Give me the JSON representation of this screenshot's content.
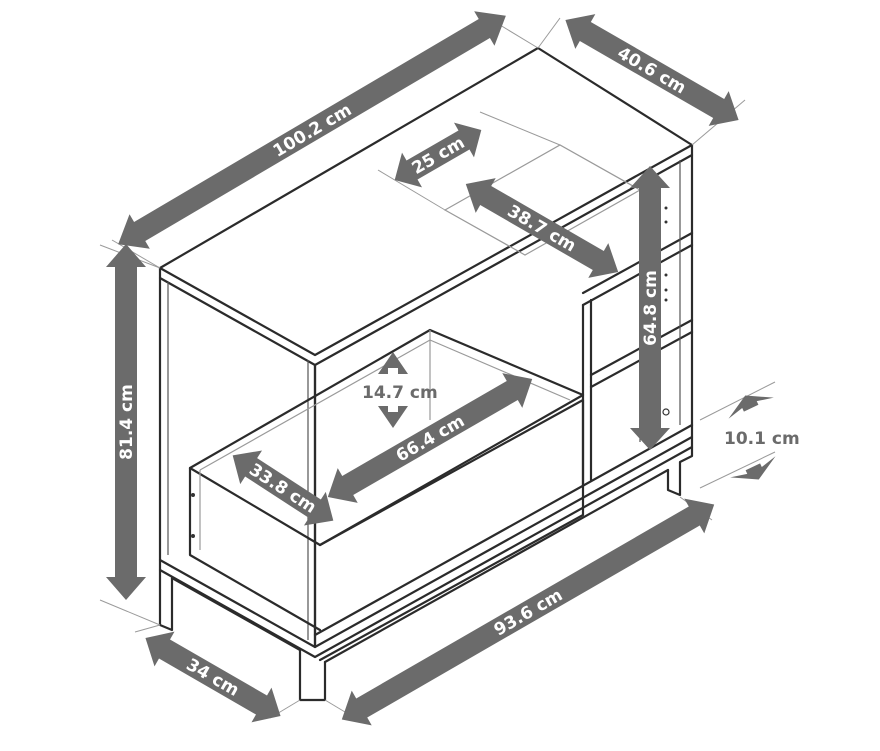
{
  "dimensions": {
    "total_width": "100.2 cm",
    "depth": "40.6 cm",
    "total_height": "81.4 cm",
    "shelf_depth": "25 cm",
    "shelf_width": "38.7 cm",
    "shelf_height": "64.8 cm",
    "leg_height": "10.1 cm",
    "drawer_height": "14.7 cm",
    "drawer_width": "66.4 cm",
    "drawer_depth": "33.8 cm",
    "base_width": "93.6 cm",
    "base_depth": "34 cm"
  },
  "colors": {
    "arrow": "#6b6b6b",
    "outline": "#2b2b2b",
    "label": "#ffffff"
  }
}
